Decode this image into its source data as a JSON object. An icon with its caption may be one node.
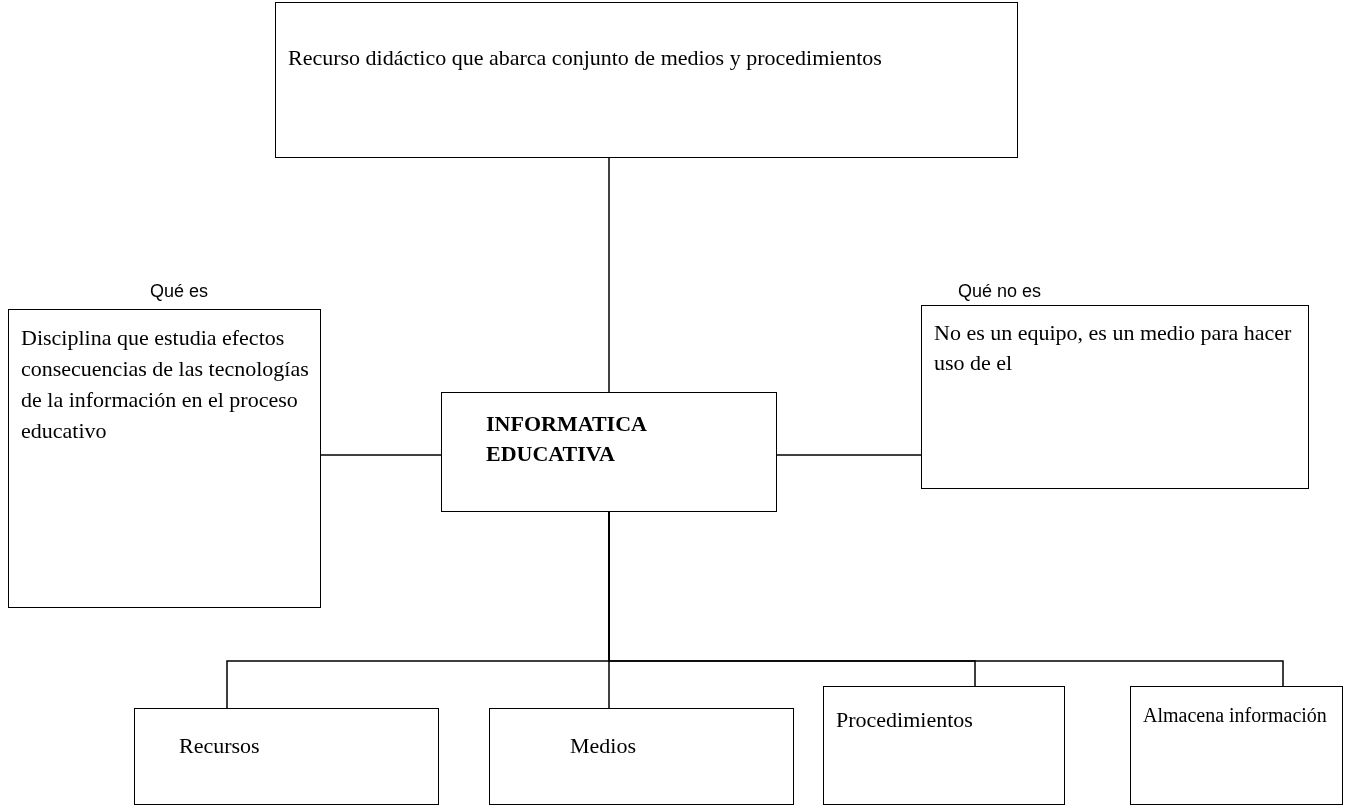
{
  "diagram": {
    "nodes": [
      {
        "text": [
          "Recurso didáctico que abarca conjunto de medios y procedimientos"
        ]
      },
      {
        "text": [
          "INFORMATICA EDUCATIVA"
        ]
      },
      {
        "text": [
          "Disciplina que estudia efectos consecuencias de las tecnologías de la información en el proceso educativo"
        ]
      },
      {
        "text": [
          "No es un equipo, es un medio para hacer uso de el"
        ]
      },
      {
        "text": [
          "Recursos"
        ]
      },
      {
        "text": [
          "Medios"
        ]
      },
      {
        "text": [
          "Procedimientos"
        ]
      },
      {
        "text": [
          "Almacena información"
        ]
      }
    ],
    "edges": [
      {
        "from": 0,
        "to": 1,
        "arrow": "none"
      },
      {
        "from": 2,
        "to": 1,
        "arrow": "none"
      },
      {
        "from": 1,
        "to": 3,
        "arrow": "none"
      },
      {
        "from": 1,
        "to": 4,
        "arrow": "none"
      },
      {
        "from": 1,
        "to": 5,
        "arrow": "none"
      },
      {
        "from": 1,
        "to": 6,
        "arrow": "none"
      },
      {
        "from": 1,
        "to": 7,
        "arrow": "none"
      }
    ],
    "labels": [
      "Qué es",
      "Qué no es"
    ]
  }
}
